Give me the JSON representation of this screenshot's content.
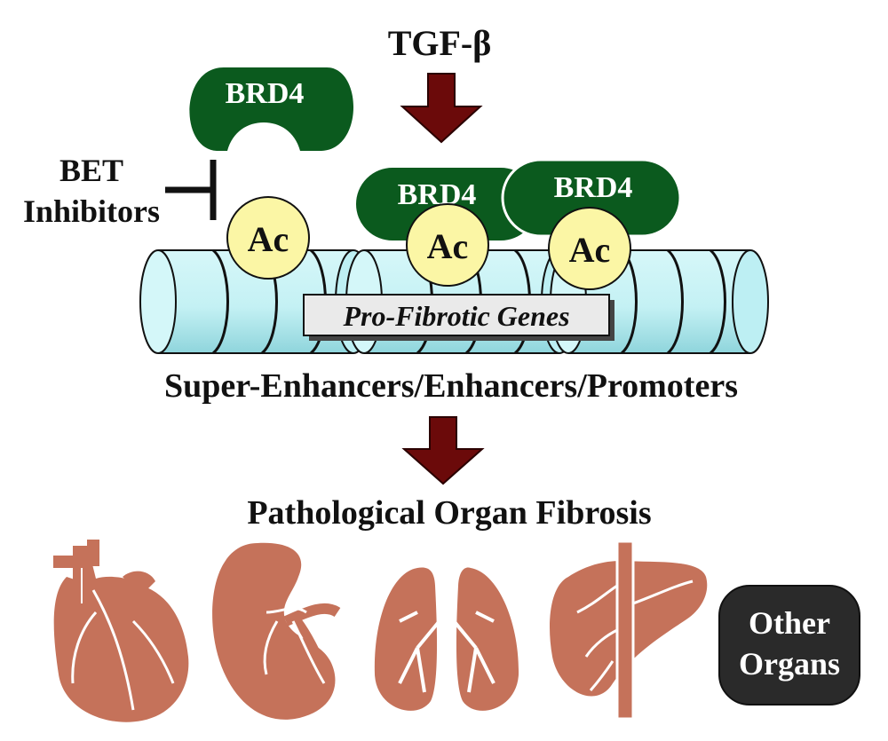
{
  "labels": {
    "stimulus": "TGF-β",
    "inhibitor_line1": "BET",
    "inhibitor_line2": "Inhibitors",
    "reader_free": "BRD4",
    "reader_bound_1": "BRD4",
    "reader_bound_2": "BRD4",
    "acetyl_1": "Ac",
    "acetyl_2": "Ac",
    "acetyl_3": "Ac",
    "genes": "Pro-Fibrotic Genes",
    "regions": "Super-Enhancers/Enhancers/Promoters",
    "outcome": "Pathological Organ Fibrosis",
    "other_organs_line1": "Other",
    "other_organs_line2": "Organs"
  },
  "icons": [
    "brd4-shape",
    "acetyl-marker",
    "nucleosome-cylinder",
    "heart-icon",
    "kidney-icon",
    "lungs-icon",
    "liver-icon"
  ],
  "colors": {
    "brd4_green": "#0b5a1e",
    "arrow_maroon": "#6b0a0a",
    "nucleosome_cyan": "#c8f3f6",
    "acetyl_yellow": "#fbf6a5",
    "organ_brown": "#c5725a",
    "other_organs_box": "#2a2a2a"
  }
}
